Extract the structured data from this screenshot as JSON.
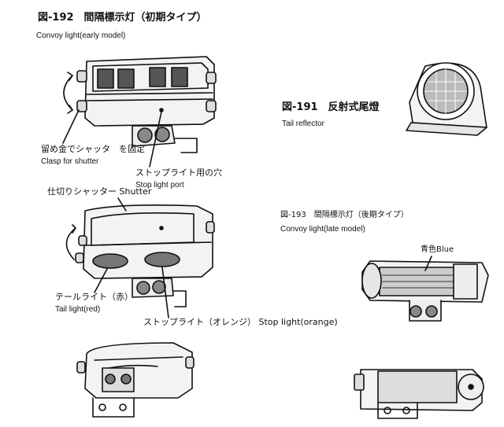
{
  "figures": {
    "fig192": {
      "title": "図-192　間隔標示灯（初期タイプ）",
      "subtitle": "Convoy light(early model)"
    },
    "fig191": {
      "title": "図-191　反射式尾燈",
      "subtitle": "Tail reflector"
    },
    "fig193": {
      "title": "図-193　間隔標示灯（後期タイプ）",
      "subtitle": "Convoy light(late model)"
    }
  },
  "labels": {
    "clasp_jp": "留め金でシャッタ　を固定",
    "clasp_en": "Clasp for shutter",
    "stop_port_jp": "ストップライト用の穴",
    "stop_port_en": "Stop light port",
    "shutter": "仕切りシャッター Shutter",
    "tail_jp": "テールライト（赤）",
    "tail_en": "Tail light(red)",
    "stop_orange": "ストップライト（オレンジ） Stop light(orange)",
    "blue": "青色Blue"
  }
}
